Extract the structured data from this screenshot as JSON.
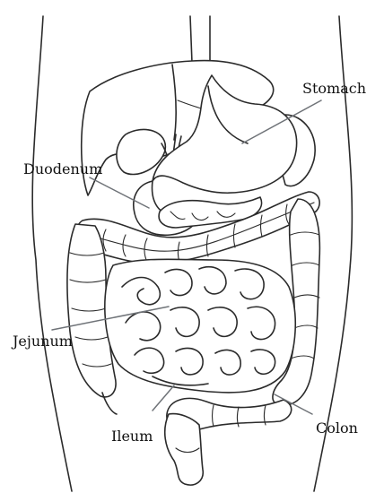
{
  "labels": {
    "stomach": "Stomach",
    "duodenum": "Duodenum",
    "jejunum": "Jejunum",
    "ileum": "Ileum",
    "colon": "Colon"
  },
  "colors": {
    "outline": "#2b2b2b",
    "leader": "#6f7378",
    "background": "#ffffff"
  }
}
